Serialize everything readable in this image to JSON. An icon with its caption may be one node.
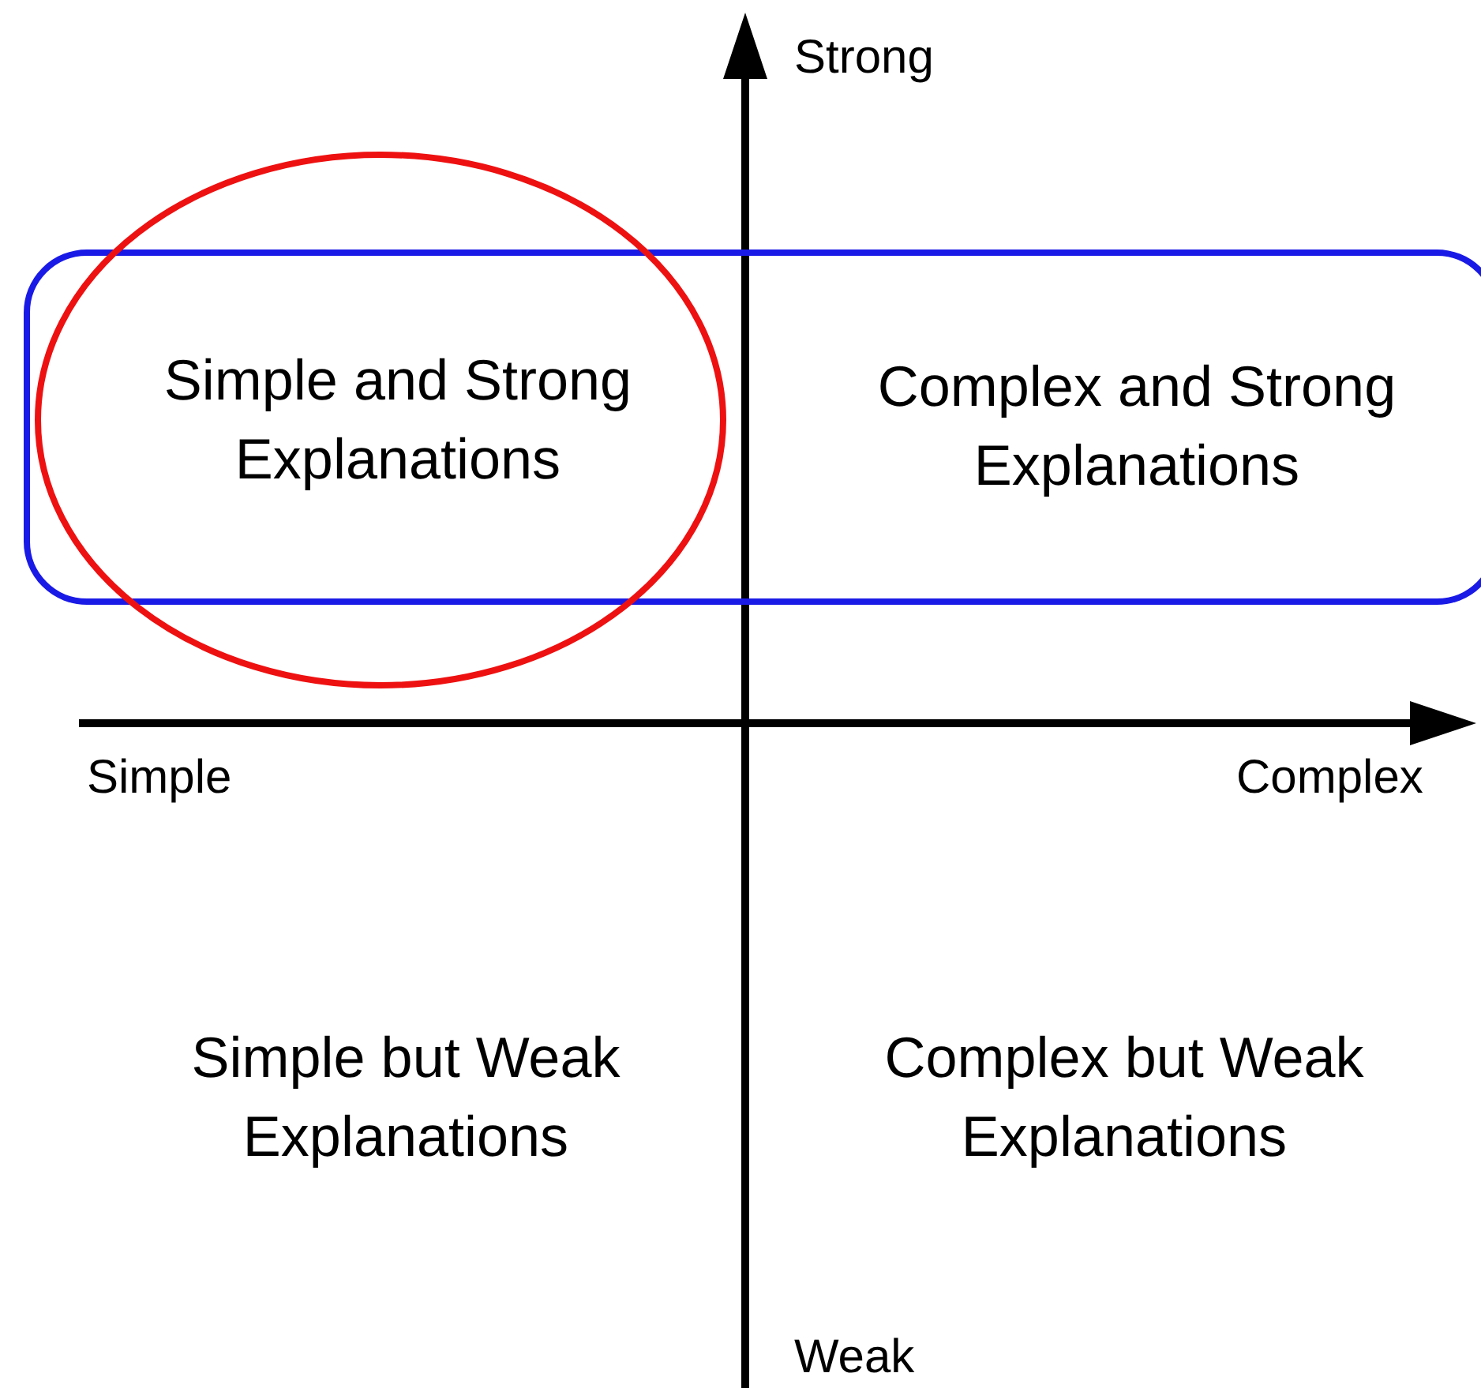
{
  "diagram": {
    "nodes": [
      {
        "text": [
          "Simple and Strong Explanations"
        ]
      },
      {
        "text": [
          "Complex and Strong Explanations"
        ]
      }
    ],
    "labels": [
      "Strong",
      "Simple",
      "Complex",
      "Simple but Weak Explanations",
      "Complex but Weak Explanations",
      "Weak"
    ]
  }
}
